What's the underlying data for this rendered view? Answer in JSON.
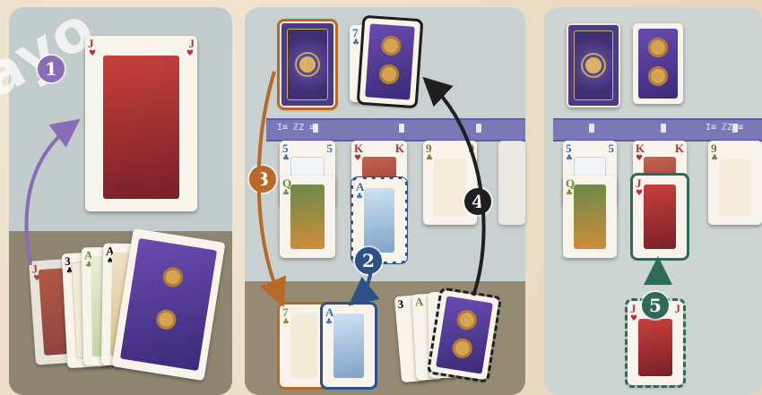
{
  "watermark": "ayo",
  "colors": {
    "step1": "#8a6bb5",
    "step2": "#2e5088",
    "step3": "#b8692a",
    "step4": "#1f1f1f",
    "step5": "#2f6a58",
    "band": "#7a78b6"
  },
  "steps": {
    "one": "1",
    "two": "2",
    "three": "3",
    "four": "4",
    "five": "5"
  },
  "panel1": {
    "hero": {
      "rank": "J",
      "suit": "♥"
    },
    "hand": [
      {
        "rank": "J",
        "suit": "♥"
      },
      {
        "rank": "3",
        "suit": "♣"
      },
      {
        "rank": "A",
        "suit": "♣"
      },
      {
        "rank": "A",
        "suit": "♠"
      }
    ]
  },
  "panel2": {
    "top_face": {
      "rank": "7",
      "suit": "♣"
    },
    "band_tag": "I≡ ℤZ ≡",
    "columns": [
      {
        "top": {
          "rank": "5",
          "suit": "♣"
        },
        "bottom": {
          "rank": "Q",
          "suit": "♣"
        }
      },
      {
        "top": {
          "rank": "K",
          "suit": "♥"
        },
        "bottom": {
          "rank": "A",
          "suit": "♣"
        }
      },
      {
        "top": {
          "rank": "9",
          "suit": "♣"
        }
      },
      {
        "top": {
          "rank": "",
          "suit": ""
        }
      }
    ],
    "floor_cards": [
      {
        "rank": "7",
        "suit": "♣"
      },
      {
        "rank": "A",
        "suit": "♣"
      }
    ],
    "floor_hand": [
      {
        "rank": "3",
        "suit": "♣"
      },
      {
        "rank": "A",
        "suit": "♣"
      }
    ]
  },
  "panel3": {
    "band_tag": "I≡ ℤZ ≡",
    "columns": [
      {
        "top": {
          "rank": "5",
          "suit": "♣"
        },
        "bottom": {
          "rank": "Q",
          "suit": "♣"
        }
      },
      {
        "top": {
          "rank": "K",
          "suit": "♥"
        },
        "bottom": {
          "rank": "J",
          "suit": "♥"
        }
      },
      {
        "top": {
          "rank": "9",
          "suit": "♣"
        }
      }
    ],
    "drawn": {
      "rank": "J",
      "suit": "♥"
    }
  }
}
